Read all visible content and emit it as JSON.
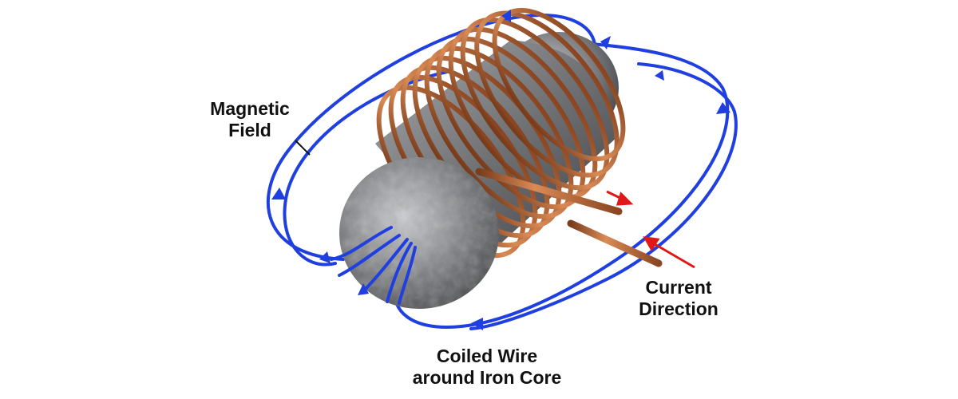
{
  "labels": {
    "magnetic_field": [
      "Magnetic",
      "Field"
    ],
    "current_direction": [
      "Current",
      "Direction"
    ],
    "coiled_wire": [
      "Coiled Wire",
      "around Iron Core"
    ]
  },
  "colors": {
    "field_lines": "#1f3fe0",
    "copper": "#b9673a",
    "iron_core": "#8d8f92",
    "current_arrow": "#e01818",
    "label_text": "#111111"
  },
  "icons": {
    "field_arrow": "arrowhead-icon",
    "current_arrow": "red-arrow-icon"
  }
}
